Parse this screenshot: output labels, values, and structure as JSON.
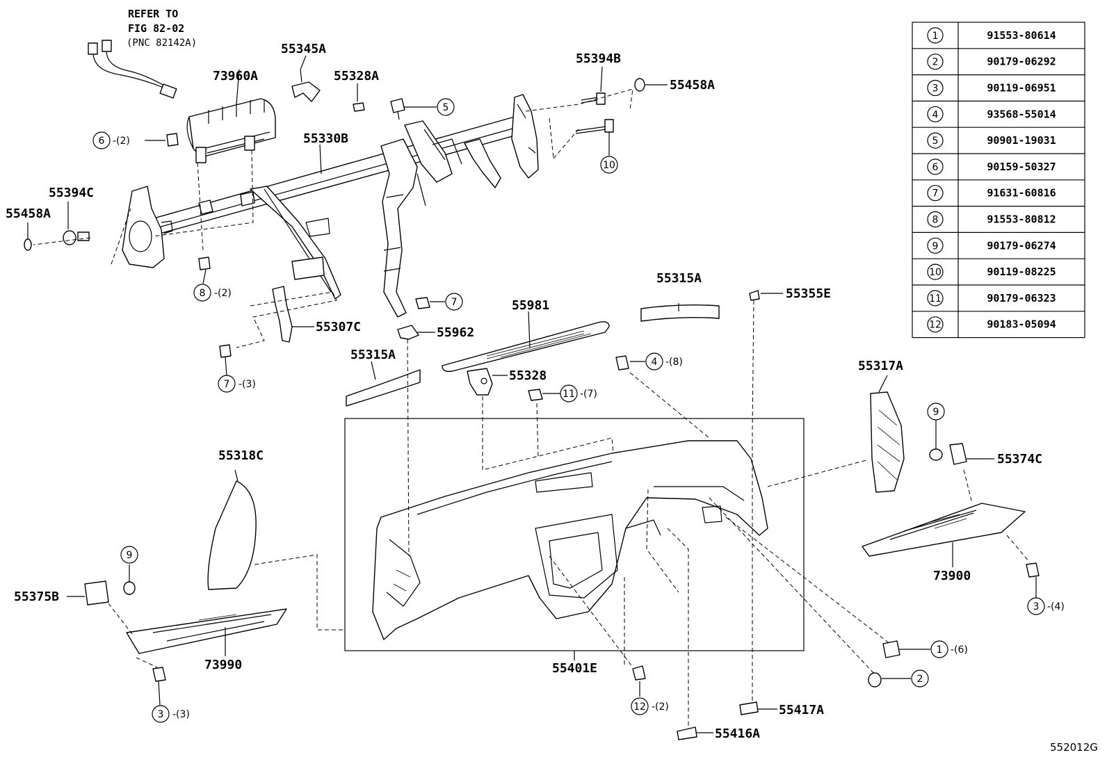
{
  "note": {
    "refer_line1": "REFER TO",
    "refer_line2": "FIG 82-02",
    "refer_line3": "(PNC 82142A)"
  },
  "labels": {
    "p55345A": "55345A",
    "p73960A": "73960A",
    "p55328A": "55328A",
    "p55394B": "55394B",
    "p55458A_r": "55458A",
    "p55330B": "55330B",
    "p55394C": "55394C",
    "p55458A_l": "55458A",
    "p55315A_top": "55315A",
    "p55355E": "55355E",
    "p55981": "55981",
    "p55307C": "55307C",
    "p55962": "55962",
    "p55315A_left": "55315A",
    "p55328": "55328",
    "p55317A": "55317A",
    "p55318C": "55318C",
    "p55374C": "55374C",
    "p73900": "73900",
    "p55375B": "55375B",
    "p73990": "73990",
    "p55401E": "55401E",
    "p55417A": "55417A",
    "p55416A": "55416A",
    "fig_code": "552012G"
  },
  "callouts": {
    "c5": "5",
    "c6": "6",
    "c6q": "-(2)",
    "c10": "10",
    "c8": "8",
    "c8q": "-(2)",
    "c7a": "7",
    "c7b": "7",
    "c7bq": "-(3)",
    "c4": "4",
    "c4q": "-(8)",
    "c11": "11",
    "c11q": "-(7)",
    "c9r": "9",
    "c9l": "9",
    "c3r": "3",
    "c3rq": "-(4)",
    "c3l": "3",
    "c3lq": "-(3)",
    "c1": "1",
    "c1q": "-(6)",
    "c2": "2",
    "c12": "12",
    "c12q": "-(2)"
  },
  "parts_table": [
    {
      "no": "1",
      "part": "91553-80614"
    },
    {
      "no": "2",
      "part": "90179-06292"
    },
    {
      "no": "3",
      "part": "90119-06951"
    },
    {
      "no": "4",
      "part": "93568-55014"
    },
    {
      "no": "5",
      "part": "90901-19031"
    },
    {
      "no": "6",
      "part": "90159-50327"
    },
    {
      "no": "7",
      "part": "91631-60816"
    },
    {
      "no": "8",
      "part": "91553-80812"
    },
    {
      "no": "9",
      "part": "90179-06274"
    },
    {
      "no": "10",
      "part": "90119-08225"
    },
    {
      "no": "11",
      "part": "90179-06323"
    },
    {
      "no": "12",
      "part": "90183-05094"
    }
  ]
}
